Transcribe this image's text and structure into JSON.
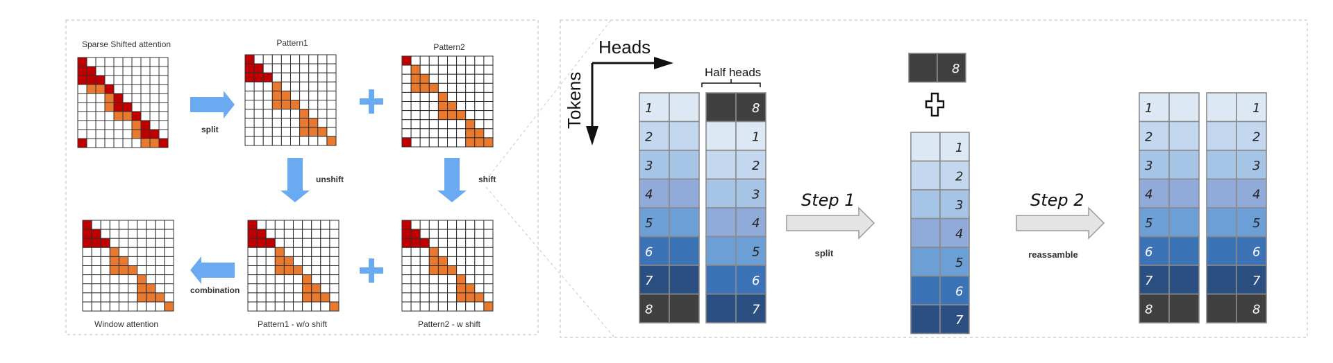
{
  "left_panel": {
    "titles": {
      "sparse": "Sparse Shifted attention",
      "pattern1": "Pattern1",
      "pattern2": "Pattern2",
      "window": "Window attention",
      "pattern1_wo": "Pattern1 - w/o shift",
      "pattern2_w": "Pattern2 - w shift"
    },
    "ops": {
      "split": "split",
      "unshift": "unshift",
      "shift": "shift",
      "combination": "combination",
      "plus": "+"
    }
  },
  "right_panel": {
    "heads": "Heads",
    "tokens": "Tokens",
    "half_heads": "Half heads",
    "step1": "Step 1",
    "step1_op": "split",
    "step2": "Step 2",
    "step2_op": "reassamble",
    "plus": "+",
    "full_labels": [
      "1",
      "2",
      "3",
      "4",
      "5",
      "6",
      "7",
      "8"
    ],
    "half_labels": [
      "8",
      "1",
      "2",
      "3",
      "4",
      "5",
      "6",
      "7"
    ],
    "top_block_label": "8",
    "split_column_labels": [
      "1",
      "2",
      "3",
      "4",
      "5",
      "6",
      "7"
    ],
    "result_left_labels": [
      "1",
      "2",
      "3",
      "4",
      "5",
      "6",
      "7",
      "8"
    ],
    "result_right_labels": [
      "1",
      "2",
      "3",
      "4",
      "5",
      "6",
      "7",
      "8"
    ]
  },
  "colors": {
    "dark_red": "#c00000",
    "orange": "#e8792f",
    "blue_arrow": "#6aaaf0",
    "blue_scale": [
      "#dde8f5",
      "#c3d7ee",
      "#a5c4e6",
      "#90abda",
      "#6c9fd6",
      "#3c72b6",
      "#2a4f80",
      "#404040"
    ]
  }
}
